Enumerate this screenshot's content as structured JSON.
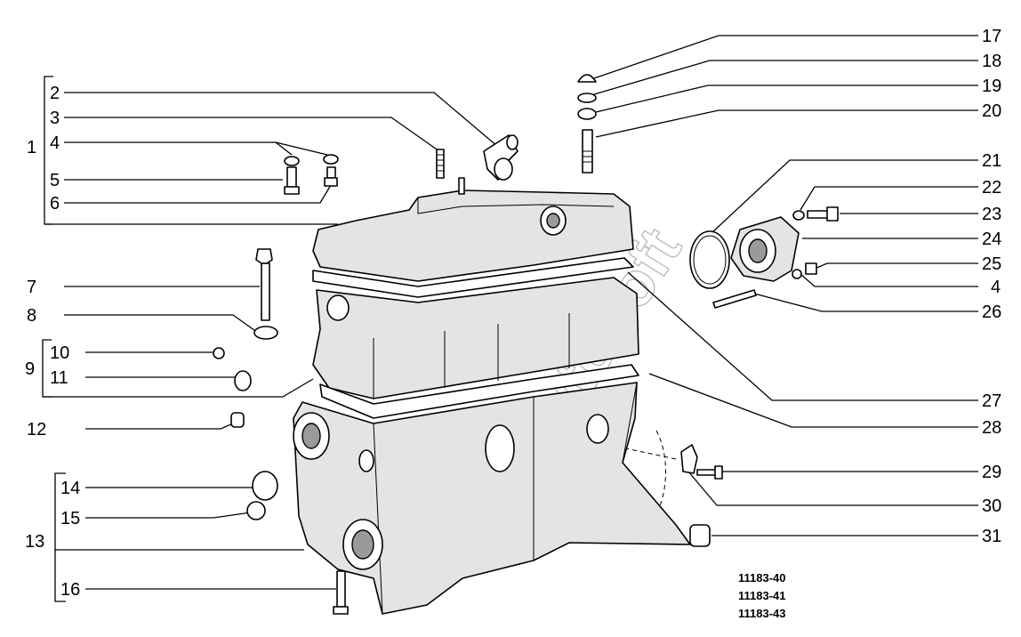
{
  "watermark": "AvtoSoft",
  "labels": {
    "l1": "1",
    "l2": "2",
    "l3": "3",
    "l4a": "4",
    "l5": "5",
    "l6": "6",
    "l7": "7",
    "l8": "8",
    "l9": "9",
    "l10": "10",
    "l11": "11",
    "l12": "12",
    "l13": "13",
    "l14": "14",
    "l15": "15",
    "l16": "16",
    "l17": "17",
    "l18": "18",
    "l19": "19",
    "l20": "20",
    "l21": "21",
    "l22": "22",
    "l23": "23",
    "l24": "24",
    "l25": "25",
    "l4b": "4",
    "l26": "26",
    "l27": "27",
    "l28": "28",
    "l29": "29",
    "l30": "30",
    "l31": "31"
  },
  "codes": [
    "11183-40",
    "11183-41",
    "11183-43"
  ]
}
